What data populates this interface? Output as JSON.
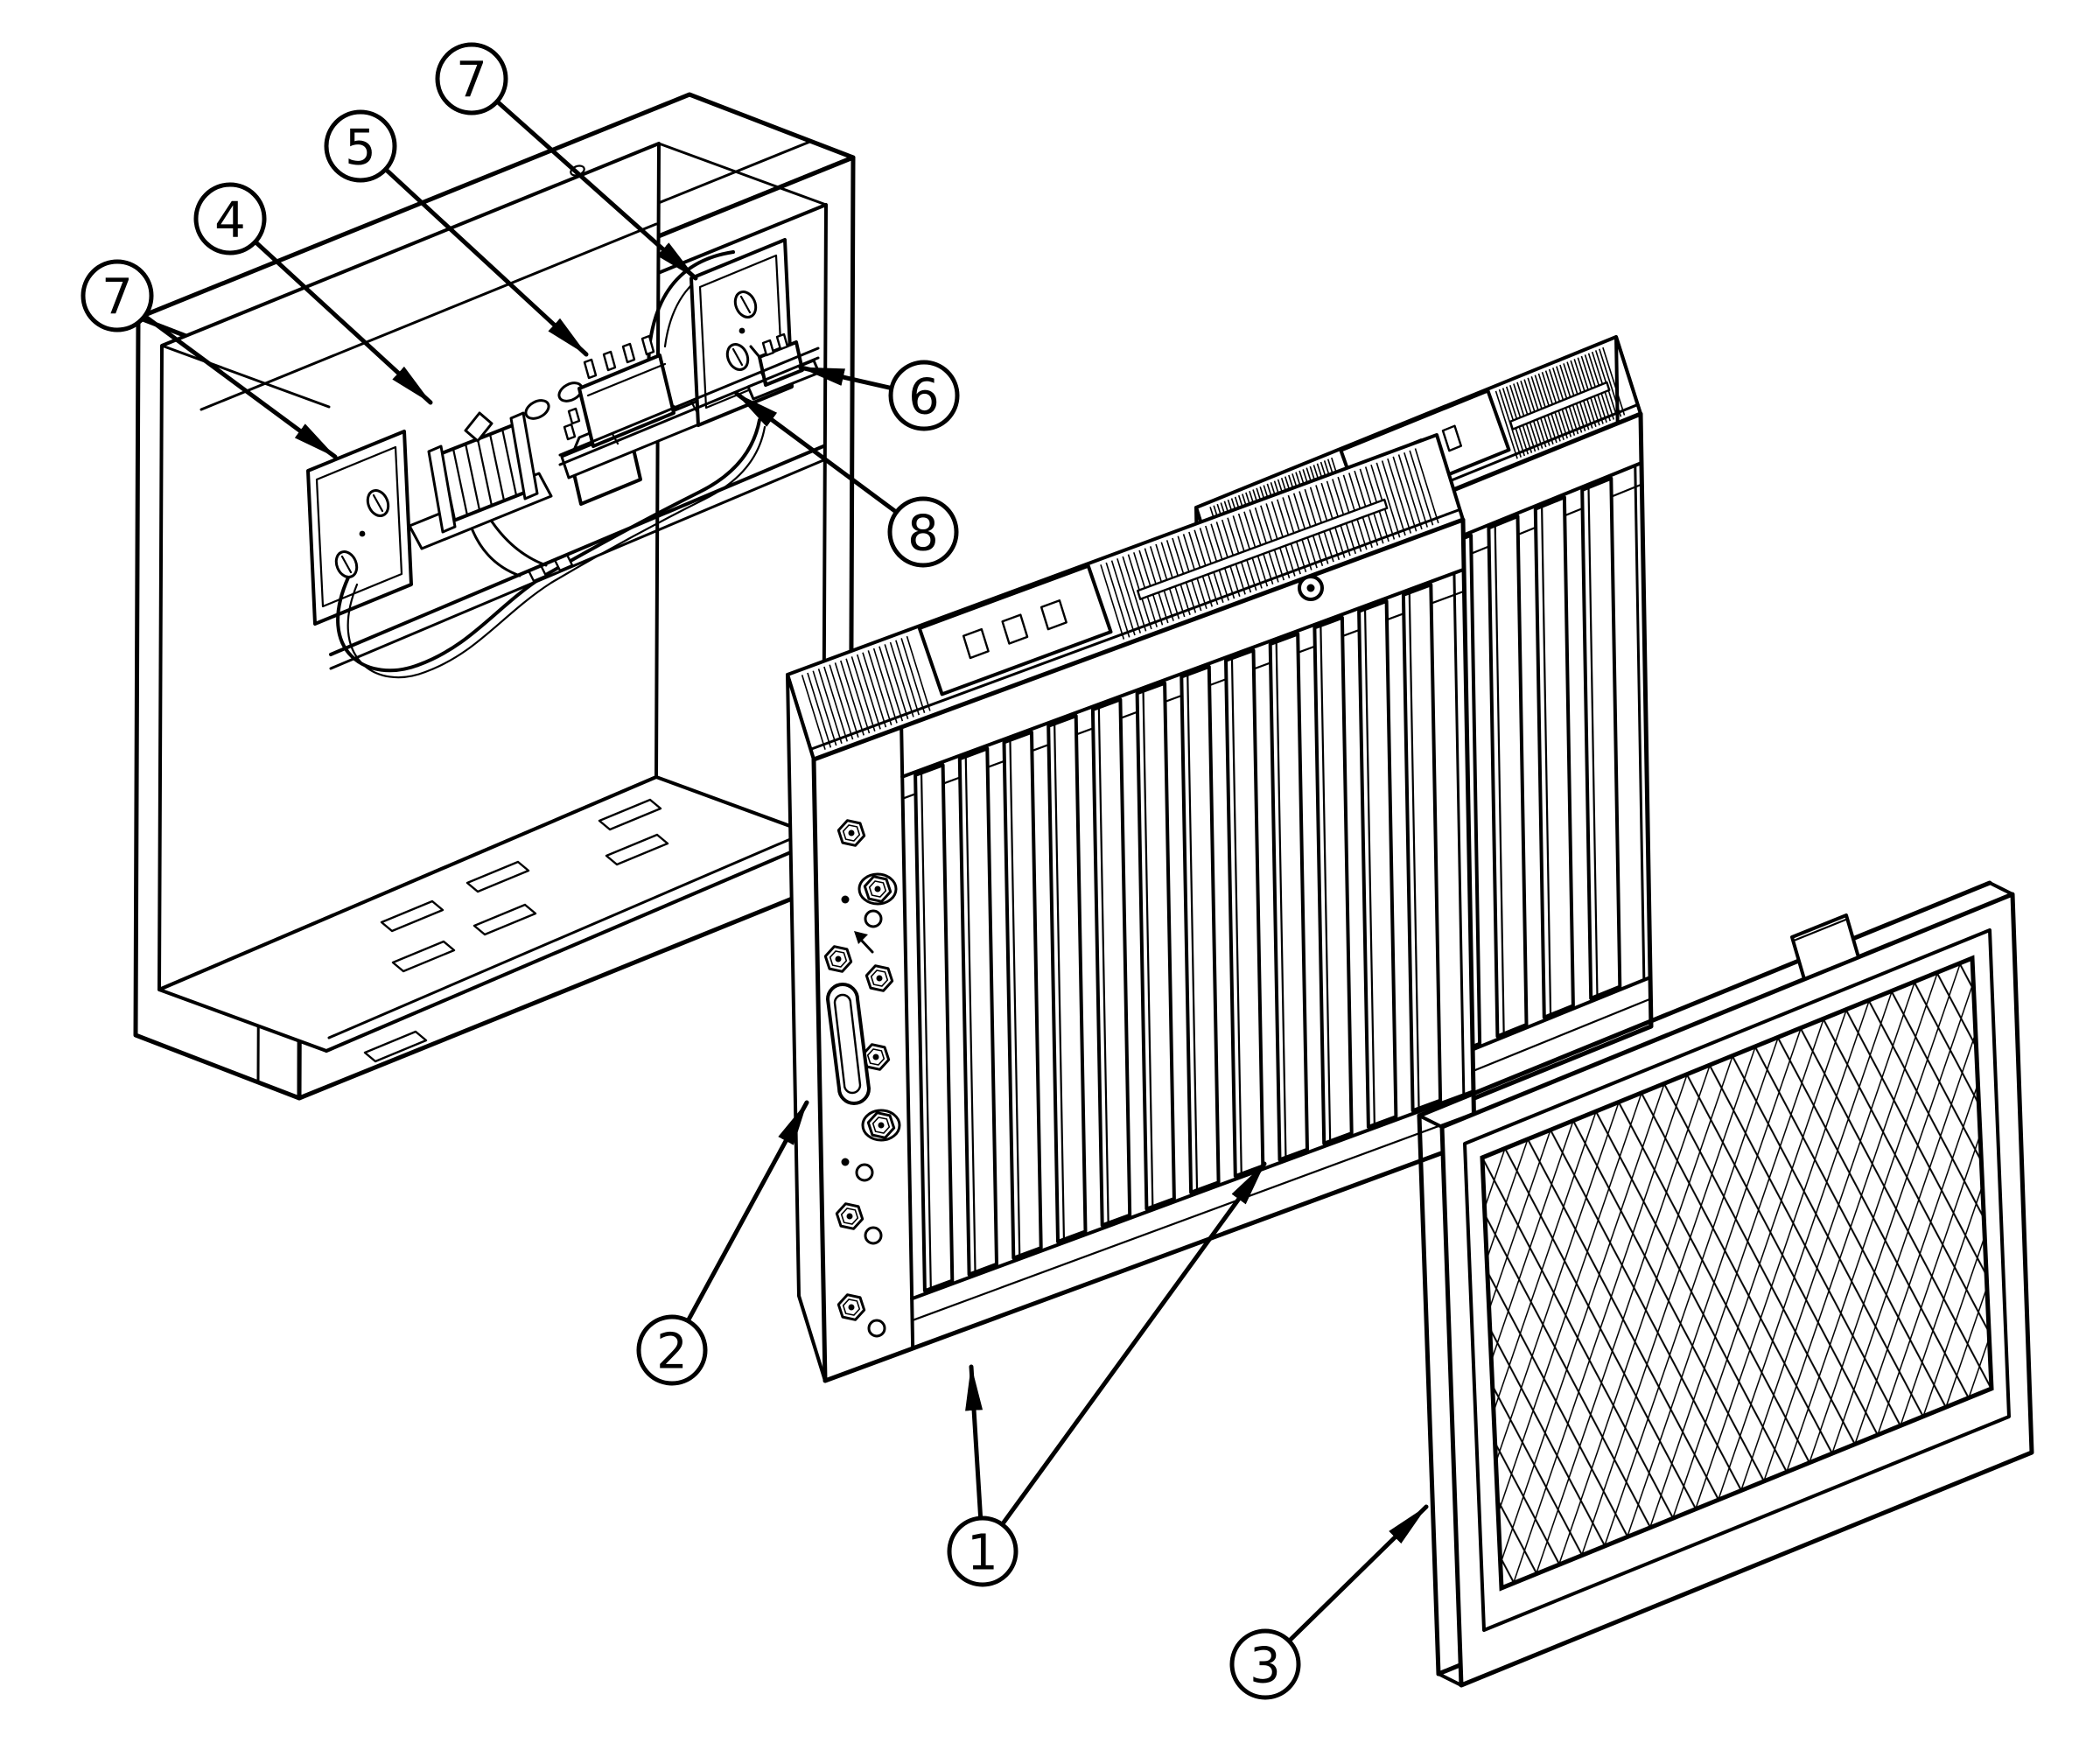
{
  "figure": {
    "kind": "exploded-parts-diagram",
    "colors": {
      "line": "#000000",
      "background": "#ffffff"
    },
    "callouts": [
      {
        "id": "callout-7-upper",
        "label": "7"
      },
      {
        "id": "callout-5",
        "label": "5"
      },
      {
        "id": "callout-4",
        "label": "4"
      },
      {
        "id": "callout-7-left",
        "label": "7"
      },
      {
        "id": "callout-6",
        "label": "6"
      },
      {
        "id": "callout-8",
        "label": "8"
      },
      {
        "id": "callout-2",
        "label": "2"
      },
      {
        "id": "callout-1",
        "label": "1"
      },
      {
        "id": "callout-3",
        "label": "3"
      }
    ]
  }
}
